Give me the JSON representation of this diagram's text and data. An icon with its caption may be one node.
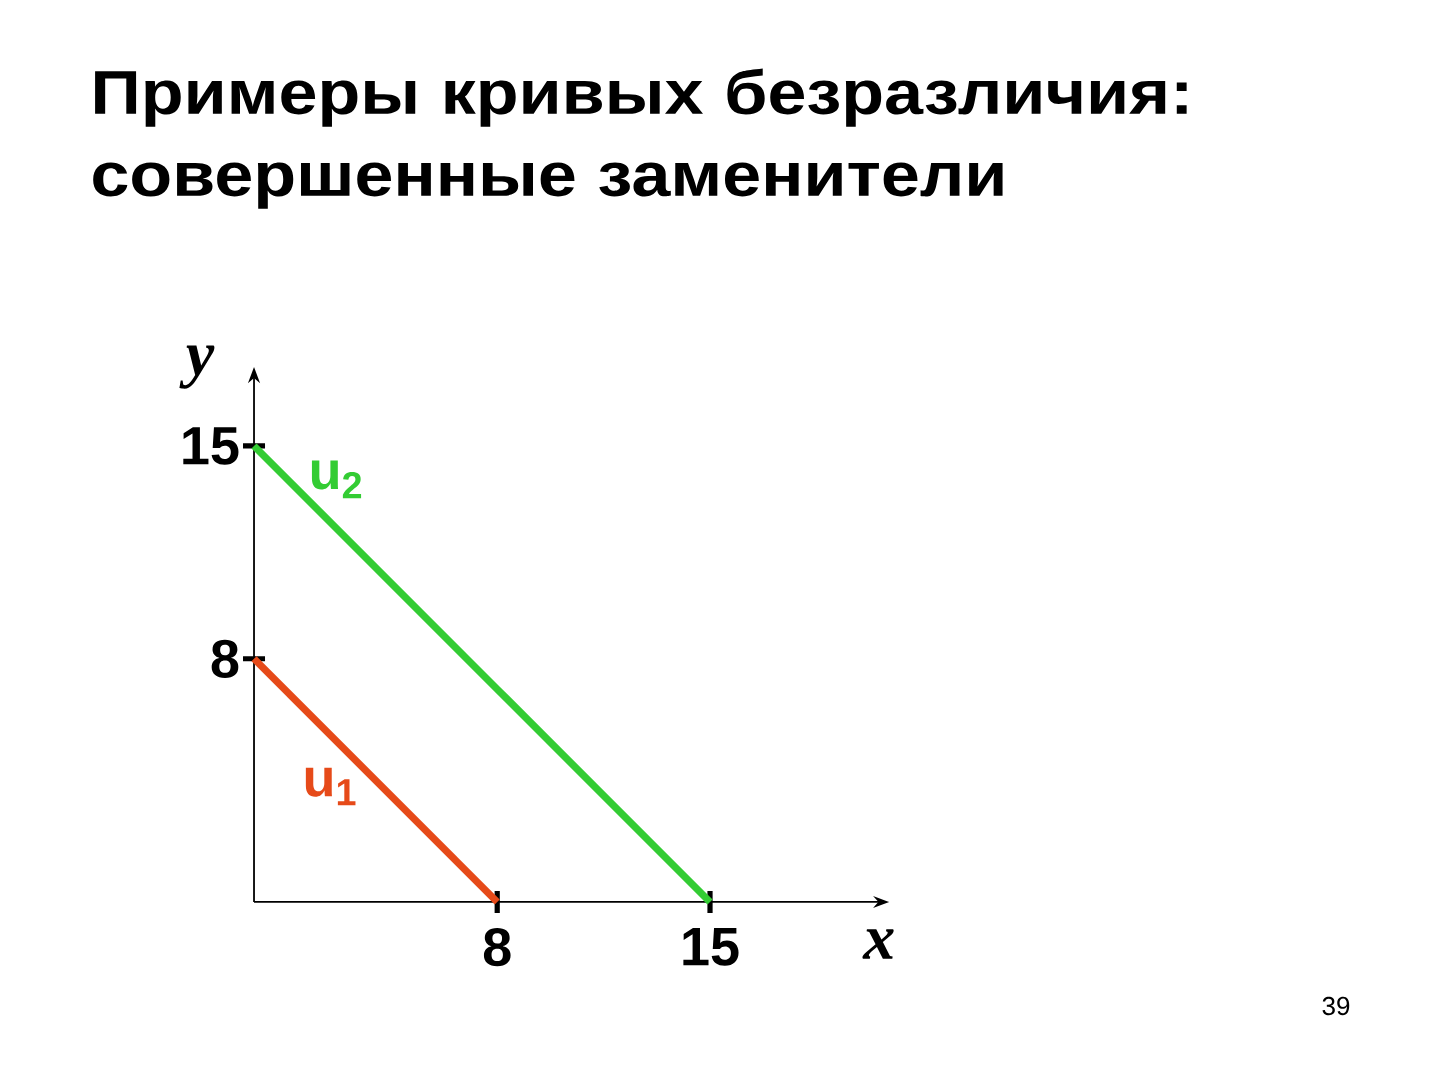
{
  "diagram": {
    "title": "Примеры кривых безразличия: совершенные заменители",
    "labels": [
      "39"
    ],
    "chart_data": {
      "type": "line",
      "xlabel": "x",
      "ylabel": "y",
      "x": [
        0,
        8,
        15
      ],
      "series": [
        {
          "name": "u$_{1}$",
          "color": "#e64a19",
          "values": [
            8,
            0,
            null
          ]
        },
        {
          "name": "u$_{2}$",
          "color": "#33cc33",
          "values": [
            15,
            7,
            0
          ]
        }
      ],
      "xlim": [
        0,
        20.5
      ],
      "ylim": [
        0,
        17.2
      ],
      "xticks": [
        8,
        15
      ],
      "yticks": [
        8,
        15
      ]
    }
  }
}
